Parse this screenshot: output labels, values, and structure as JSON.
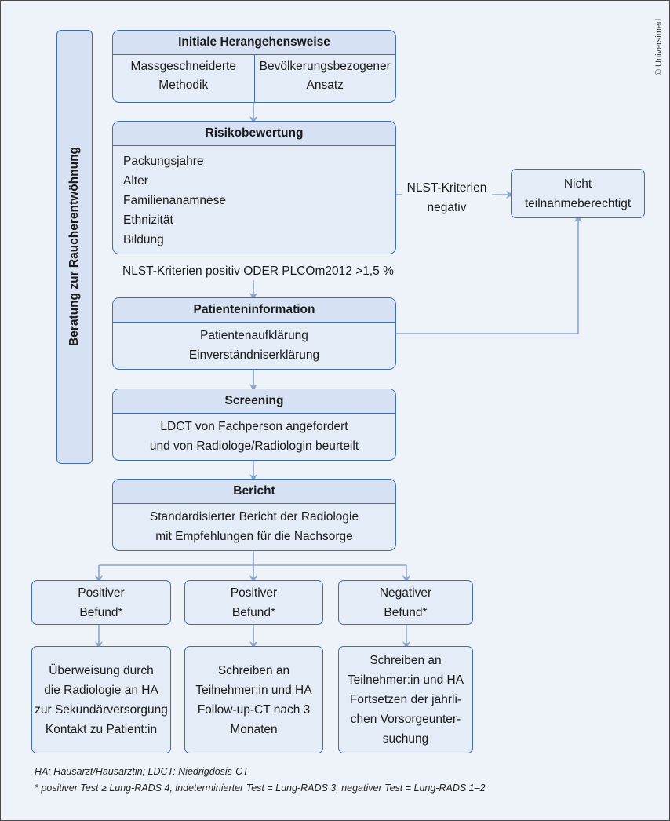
{
  "side_label": "Beratung zur Raucherentwöhnung",
  "copyright": "© Universimed",
  "initial": {
    "title": "Initiale Herangehensweise",
    "left": "Massgeschneiderte\nMethodik",
    "right": "Bevölkerungsbezogener\nAnsatz"
  },
  "risk": {
    "title": "Risikobewertung",
    "items": [
      "Packungsjahre",
      "Alter",
      "Familienanamnese",
      "Ethnizität",
      "Bildung"
    ]
  },
  "negative_label": "NLST-Kriterien\nnegativ",
  "not_eligible": "Nicht\nteilnahmeberechtigt",
  "positive_label": "NLST-Kriterien positiv ODER PLCOm2012 >1,5 %",
  "patient_info": {
    "title": "Patienteninformation",
    "body": "Patientenaufklärung\nEinverständniserklärung"
  },
  "screening": {
    "title": "Screening",
    "body": "LDCT von Fachperson angefordert\nund von Radiologe/Radiologin beurteilt"
  },
  "report": {
    "title": "Bericht",
    "body": "Standardisierter Bericht der Radiologie\nmit Empfehlungen für die Nachsorge"
  },
  "findings": [
    {
      "label": "Positiver\nBefund*",
      "action": "Überweisung durch\ndie Radiologie an HA\nzur Sekundärversorgung\nKontakt zu Patient:in"
    },
    {
      "label": "Positiver\nBefund*",
      "action": "Schreiben an\nTeilnehmer:in und HA\nFollow-up-CT nach 3\nMonaten"
    },
    {
      "label": "Negativer\nBefund*",
      "action": "Schreiben an\nTeilnehmer:in und HA\nFortsetzen der jährli-\nchen Vorsorgeunter-\nsuchung"
    }
  ],
  "footnotes": [
    "HA: Hausarzt/Hausärztin; LDCT: Niedrigdosis-CT",
    "* positiver Test ≥ Lung-RADS 4, indeterminierter Test = Lung-RADS 3, negativer Test = Lung-RADS 1–2"
  ],
  "colors": {
    "border": "#3f6db5",
    "arrow": "#8aa4cf",
    "box_fill": "#e4ecf7",
    "header_fill": "#d6e2f3",
    "background": "#eef3f9"
  }
}
